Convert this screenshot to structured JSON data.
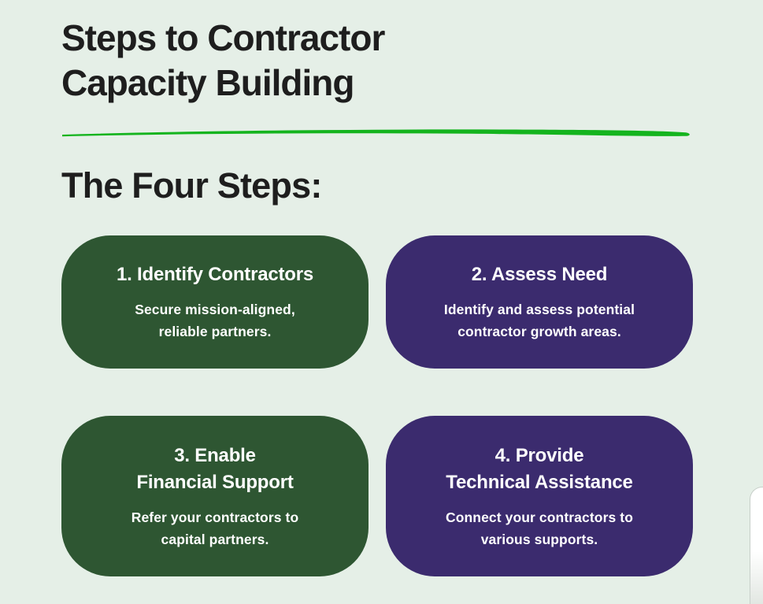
{
  "header": {
    "title_line1": "Steps to Contractor",
    "title_line2": "Capacity Building"
  },
  "section": {
    "heading": "The Four Steps:"
  },
  "steps": [
    {
      "color": "green",
      "title_lines": [
        "1. Identify Contractors"
      ],
      "desc_lines": [
        "Secure mission-aligned,",
        "reliable partners."
      ]
    },
    {
      "color": "purple",
      "title_lines": [
        "2. Assess Need"
      ],
      "desc_lines": [
        "Identify and assess potential",
        "contractor growth areas."
      ]
    },
    {
      "color": "green",
      "title_lines": [
        "3. Enable",
        "Financial Support"
      ],
      "desc_lines": [
        "Refer your contractors to",
        "capital partners."
      ]
    },
    {
      "color": "purple",
      "title_lines": [
        "4. Provide",
        "Technical Assistance"
      ],
      "desc_lines": [
        "Connect your contractors to",
        "various supports."
      ]
    }
  ],
  "colors": {
    "background": "#e5efe7",
    "card-green": "#2e5632",
    "card-purple": "#3b2b6e",
    "accent-line": "#14b41e",
    "heading-text": "#1e1e1e",
    "card-text": "#ffffff",
    "widget-bg": "#ffffff",
    "widget-border": "#c7cfc9"
  }
}
